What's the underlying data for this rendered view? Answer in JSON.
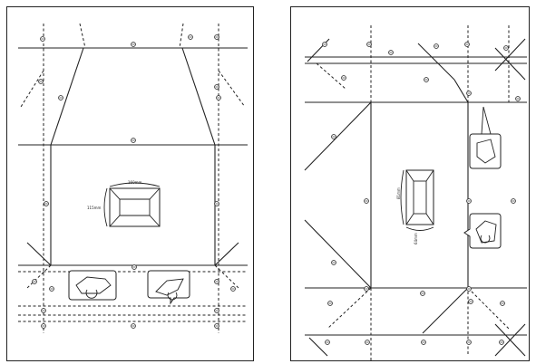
{
  "left_sheet": {
    "dim_width": "160mm",
    "dim_height": "115mm"
  },
  "right_sheet": {
    "dim_width": "81mm",
    "dim_height": "64mm"
  },
  "icons": [
    "fold-over-rotate-icon",
    "fold-down-icon",
    "fold-flap-icon",
    "rotate-flap-icon"
  ]
}
